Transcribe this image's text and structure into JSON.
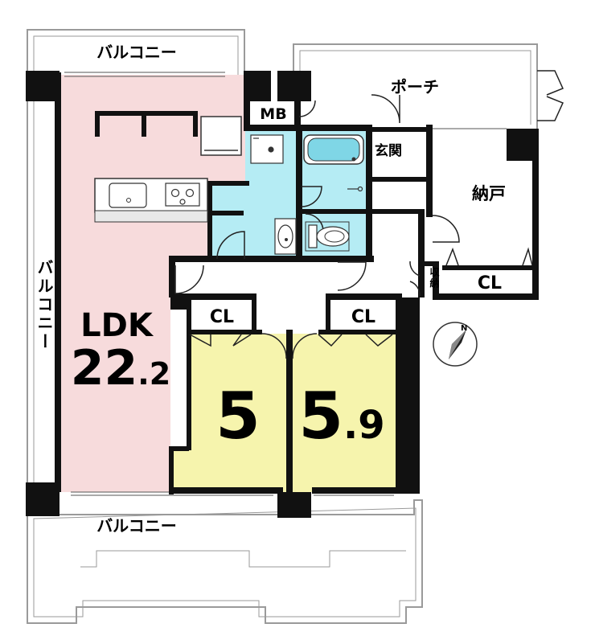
{
  "colors": {
    "ldk": "#f7dbdc",
    "bedroom": "#f6f4ad",
    "wet": "#b5ecf4",
    "wall": "#111111",
    "outline": "#9a9a9a"
  },
  "labels": {
    "balcony_top": "バルコニー",
    "balcony_left": "バルコニー",
    "balcony_bottom": "バルコニー",
    "porch": "ポーチ",
    "mb": "MB",
    "entrance": "玄関",
    "storage_room": "納戸",
    "storage_small": "収納",
    "cl_storage": "CL",
    "cl_bed1": "CL",
    "cl_bed2": "CL",
    "ldk_name": "LDK",
    "ldk_size_int": "22",
    "ldk_size_dec": ".2",
    "bed1_size": "5",
    "bed2_size_int": "5",
    "bed2_size_dec": ".9",
    "compass_n": "N"
  },
  "icons": {
    "compass": "north-arrow-icon",
    "bathtub": "bathtub-icon",
    "toilet": "toilet-icon",
    "washbasin": "washbasin-icon",
    "washer": "washing-machine-icon",
    "kitchen_sink": "sink-icon",
    "stove": "stove-icon",
    "refrigerator": "refrigerator-icon"
  }
}
